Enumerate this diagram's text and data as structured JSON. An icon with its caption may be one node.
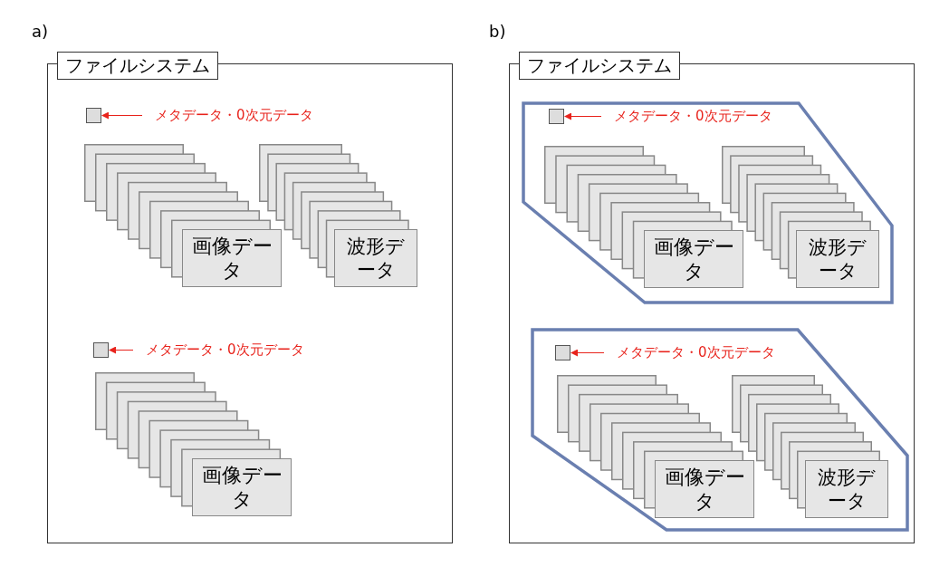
{
  "diagram": {
    "nodes": [
      {
        "text": [
          "ファイルシステム"
        ]
      },
      {
        "text": [],
        "shape": "box",
        "in": 0
      },
      {
        "text": [
          "メタデータ・0次元データ"
        ],
        "in": 0
      },
      {
        "text": [
          "画像データ"
        ],
        "in": 0
      },
      {
        "text": [
          "波形データ"
        ],
        "in": 0
      },
      {
        "text": [],
        "shape": "box",
        "in": 0
      },
      {
        "text": [
          "メタデータ・0次元データ"
        ],
        "in": 0
      },
      {
        "text": [
          "画像データ"
        ],
        "in": 0
      },
      {
        "text": [
          "ファイルシステム"
        ]
      },
      {
        "text": [],
        "shape": "polygon",
        "in": 8
      },
      {
        "text": [],
        "shape": "box",
        "in": 9
      },
      {
        "text": [
          "メタデータ・0次元データ"
        ],
        "in": 9
      },
      {
        "text": [
          "画像データ"
        ],
        "in": 9
      },
      {
        "text": [
          "波形データ"
        ],
        "in": 9
      },
      {
        "text": [],
        "shape": "polygon",
        "in": 8
      },
      {
        "text": [],
        "shape": "box",
        "in": 14
      },
      {
        "text": [
          "メタデータ・0次元データ"
        ],
        "in": 14
      },
      {
        "text": [
          "画像データ"
        ],
        "in": 14
      },
      {
        "text": [
          "波形データ"
        ],
        "in": 14
      }
    ],
    "edges": [
      {
        "from": 2,
        "to": 1,
        "arrow": "to"
      },
      {
        "from": 6,
        "to": 5,
        "arrow": "to"
      },
      {
        "from": 11,
        "to": 10,
        "arrow": "to"
      },
      {
        "from": 16,
        "to": 15,
        "arrow": "to"
      }
    ],
    "labels": [
      "a)",
      "b)"
    ]
  }
}
